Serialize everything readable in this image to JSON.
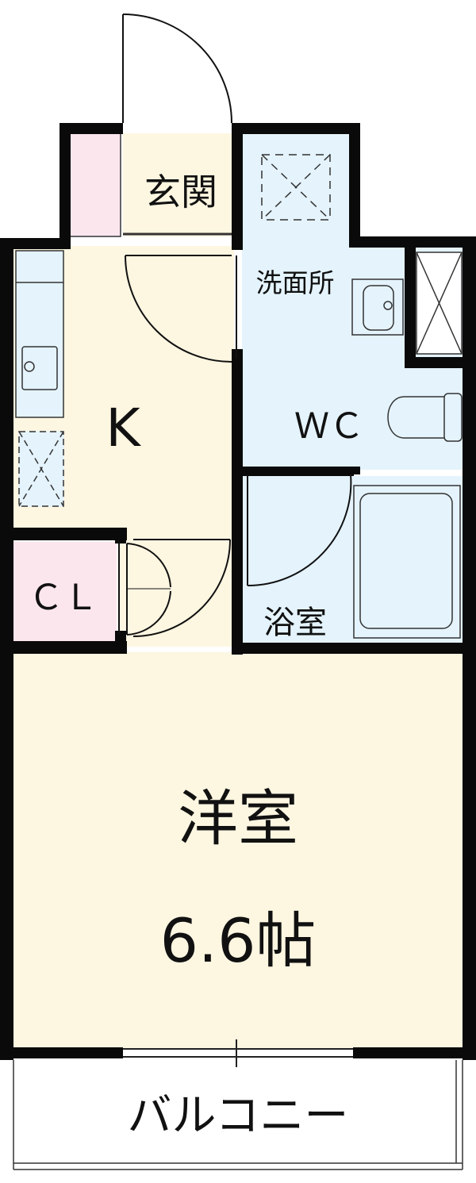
{
  "rooms": {
    "entrance": {
      "label": "玄関"
    },
    "washroom": {
      "label": "洗面所"
    },
    "kitchen": {
      "label": "K"
    },
    "toilet": {
      "label": "ＷＣ"
    },
    "closet": {
      "label": "ＣＬ"
    },
    "bathroom": {
      "label": "浴室"
    },
    "western_room": {
      "label": "洋室",
      "size": "6.6帖"
    },
    "balcony": {
      "label": "バルコニー"
    }
  },
  "colors": {
    "wall": "#0a0a0a",
    "floor_beige": "#fdf6e1",
    "floor_blue": "#e4f3fc",
    "closet_pink": "#fce6ee",
    "fixture_blue": "#e4f3fc"
  }
}
